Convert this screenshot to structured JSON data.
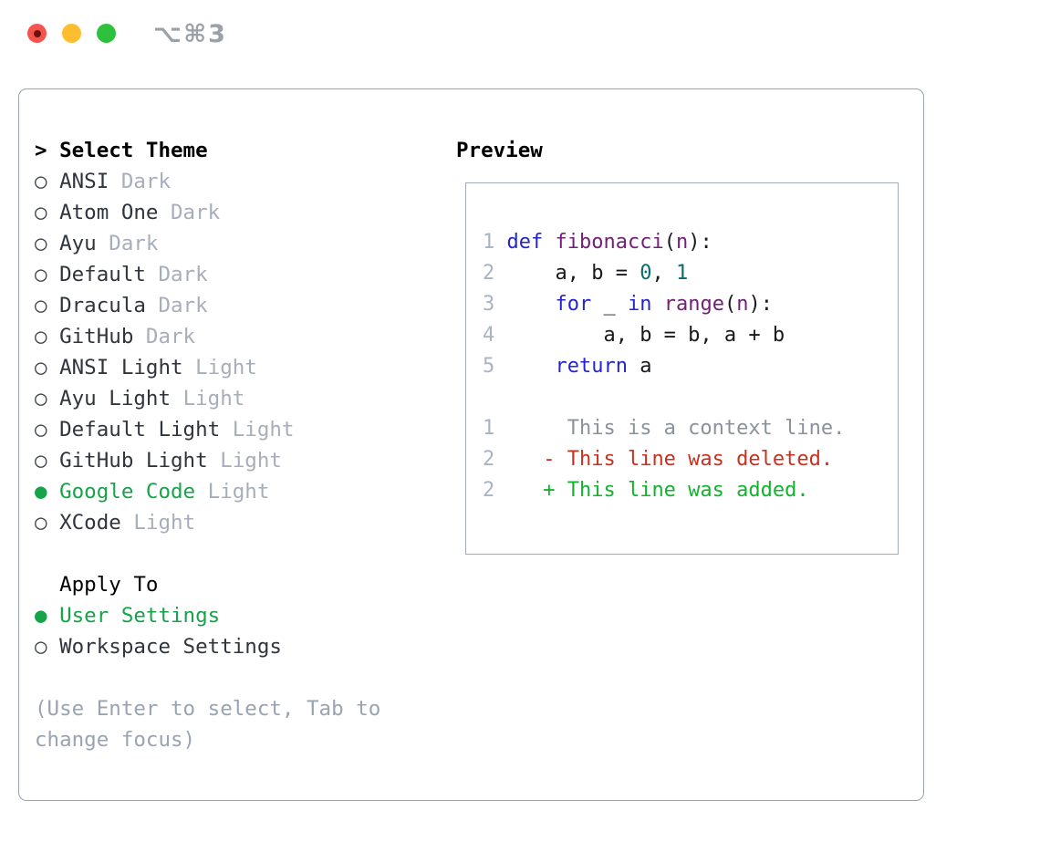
{
  "window": {
    "title": "⌥⌘3"
  },
  "colors": {
    "accent_green": "#16a34a",
    "traffic_red": "#f4544e",
    "traffic_red_dot": "#6e130c",
    "traffic_yellow": "#fcbe30",
    "traffic_green": "#2fc03d",
    "title_gray": "#9aa1ab",
    "panel_border": "#99a2ae",
    "preview_border": "#a3abb6",
    "text_dark": "#30343d",
    "text_black": "#000000",
    "bullet_dark": "#3d424c",
    "muted": "#a6aebb",
    "hint": "#99a3b1",
    "lineno": "#a9b3c2",
    "kwd": "#2525cc",
    "typ": "#732078",
    "lit": "#0b6b6d",
    "pln": "#17191d",
    "diff_context": "#8b919c",
    "diff_deleted": "#c8301f",
    "diff_added": "#10b42c"
  },
  "theme_selector": {
    "prompt": ">",
    "title": "Select Theme",
    "bullets": {
      "selected": "●",
      "unselected": "○"
    },
    "items": [
      {
        "label": "ANSI",
        "variant": "Dark",
        "selected": false
      },
      {
        "label": "Atom One",
        "variant": "Dark",
        "selected": false
      },
      {
        "label": "Ayu",
        "variant": "Dark",
        "selected": false
      },
      {
        "label": "Default",
        "variant": "Dark",
        "selected": false
      },
      {
        "label": "Dracula",
        "variant": "Dark",
        "selected": false
      },
      {
        "label": "GitHub",
        "variant": "Dark",
        "selected": false
      },
      {
        "label": "ANSI Light",
        "variant": "Light",
        "selected": false
      },
      {
        "label": "Ayu Light",
        "variant": "Light",
        "selected": false
      },
      {
        "label": "Default Light",
        "variant": "Light",
        "selected": false
      },
      {
        "label": "GitHub Light",
        "variant": "Light",
        "selected": false
      },
      {
        "label": "Google Code",
        "variant": "Light",
        "selected": true
      },
      {
        "label": "XCode",
        "variant": "Light",
        "selected": false
      }
    ],
    "apply_to": {
      "title": "Apply To",
      "options": [
        {
          "label": "User Settings",
          "selected": true
        },
        {
          "label": "Workspace Settings",
          "selected": false
        }
      ]
    },
    "hint_line1": "(Use Enter to select, Tab to",
    "hint_line2": "change focus)"
  },
  "preview": {
    "title": "Preview",
    "lines": [
      {
        "num": "1",
        "type": "code",
        "tokens": [
          [
            "def",
            "kwd"
          ],
          [
            " ",
            "pln"
          ],
          [
            "fibonacci",
            "typ"
          ],
          [
            "(",
            "pln"
          ],
          [
            "n",
            "typ"
          ],
          [
            "):",
            "pln"
          ]
        ]
      },
      {
        "num": "2",
        "type": "code",
        "tokens": [
          [
            "    a, b = ",
            "pln"
          ],
          [
            "0",
            "lit"
          ],
          [
            ", ",
            "pln"
          ],
          [
            "1",
            "lit"
          ]
        ]
      },
      {
        "num": "3",
        "type": "code",
        "tokens": [
          [
            "    ",
            "pln"
          ],
          [
            "for",
            "kwd"
          ],
          [
            " _ ",
            "pln"
          ],
          [
            "in",
            "kwd"
          ],
          [
            " ",
            "pln"
          ],
          [
            "range",
            "typ"
          ],
          [
            "(",
            "pln"
          ],
          [
            "n",
            "typ"
          ],
          [
            "):",
            "pln"
          ]
        ]
      },
      {
        "num": "4",
        "type": "code",
        "tokens": [
          [
            "        a, b = b, a + b",
            "pln"
          ]
        ]
      },
      {
        "num": "5",
        "type": "code",
        "tokens": [
          [
            "    ",
            "pln"
          ],
          [
            "return",
            "kwd"
          ],
          [
            " a",
            "pln"
          ]
        ]
      },
      {
        "num": "",
        "type": "blank"
      },
      {
        "num": "1",
        "type": "context",
        "text": "     This is a context line."
      },
      {
        "num": "2",
        "type": "deleted",
        "text": "   - This line was deleted."
      },
      {
        "num": "2",
        "type": "added",
        "text": "   + This line was added."
      }
    ]
  }
}
